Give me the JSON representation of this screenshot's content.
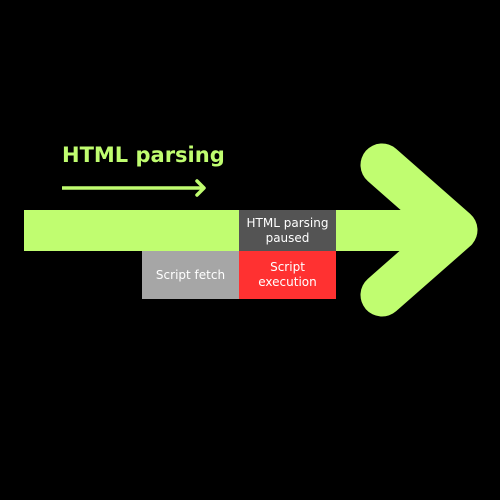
{
  "colors": {
    "background": "#000000",
    "arrow": "#c0fd70",
    "paused_box": "#545454",
    "fetch_box": "#a6a6a6",
    "exec_box": "#ff3131",
    "box_text": "#ffffff"
  },
  "icons": {
    "big_arrow": "large-right-arrow-icon",
    "small_arrow": "small-right-arrow-icon"
  },
  "title": "HTML parsing",
  "boxes": {
    "paused": {
      "line1": "HTML parsing",
      "line2": "paused"
    },
    "fetch": "Script fetch",
    "execution": "Script execution"
  }
}
